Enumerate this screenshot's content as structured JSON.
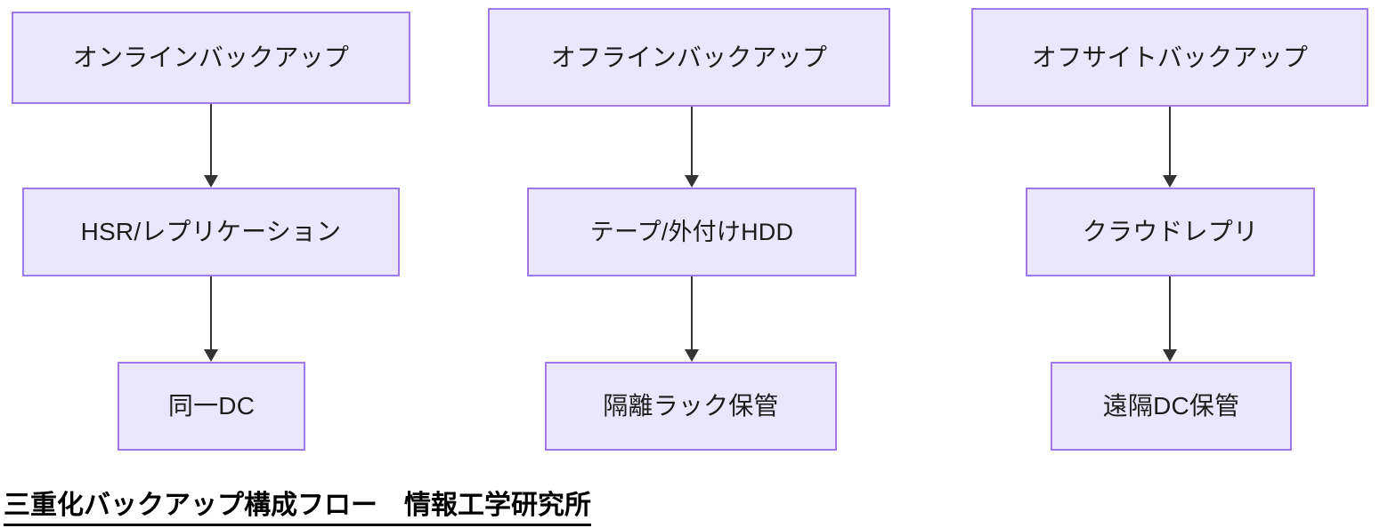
{
  "diagram": {
    "title": "三重化バックアップ構成フロー　情報工学研究所",
    "colors": {
      "node_fill": "#eae6fb",
      "node_border": "#9f79e6",
      "node_text": "#1c1c1c",
      "edge": "#333333",
      "caption_text": "#000000",
      "background": "#ffffff"
    },
    "columns": [
      {
        "id": "online",
        "nodes": [
          {
            "id": "c1n1",
            "label": "オンラインバックアップ"
          },
          {
            "id": "c1n2",
            "label": "HSR/レプリケーション"
          },
          {
            "id": "c1n3",
            "label": "同一DC"
          }
        ],
        "edges": [
          {
            "from": "c1n1",
            "to": "c1n2"
          },
          {
            "from": "c1n2",
            "to": "c1n3"
          }
        ]
      },
      {
        "id": "offline",
        "nodes": [
          {
            "id": "c2n1",
            "label": "オフラインバックアップ"
          },
          {
            "id": "c2n2",
            "label": "テープ/外付けHDD"
          },
          {
            "id": "c2n3",
            "label": "隔離ラック保管"
          }
        ],
        "edges": [
          {
            "from": "c2n1",
            "to": "c2n2"
          },
          {
            "from": "c2n2",
            "to": "c2n3"
          }
        ]
      },
      {
        "id": "offsite",
        "nodes": [
          {
            "id": "c3n1",
            "label": "オフサイトバックアップ"
          },
          {
            "id": "c3n2",
            "label": "クラウドレプリ"
          },
          {
            "id": "c3n3",
            "label": "遠隔DC保管"
          }
        ],
        "edges": [
          {
            "from": "c3n1",
            "to": "c3n2"
          },
          {
            "from": "c3n2",
            "to": "c3n3"
          }
        ]
      }
    ]
  }
}
